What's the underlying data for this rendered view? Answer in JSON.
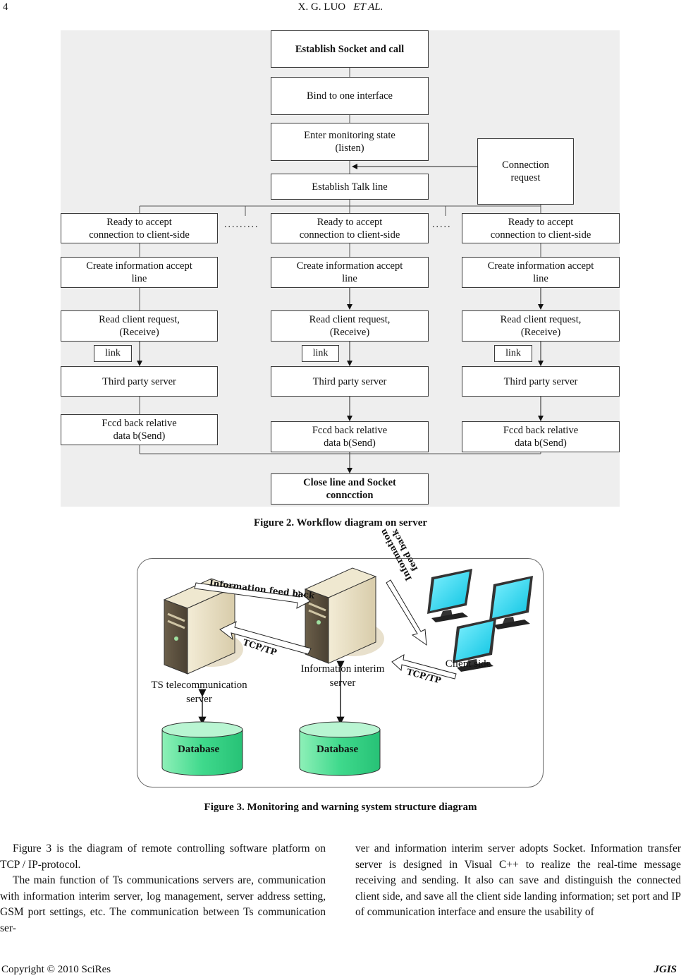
{
  "header": {
    "page_number": "4",
    "authors": "X. G. LUO",
    "et_al": "ET AL."
  },
  "figure2": {
    "top_boxes": [
      "Establish Socket and call",
      "Bind to one interface",
      "Enter monitoring state\n(listen)",
      "Establish Talk line"
    ],
    "connection_request": "Connection\nrequest",
    "ready": "Ready to accept\nconnection to client-side",
    "create": "Create information accept\nline",
    "read": "Read client request,\n(Receive)",
    "link": "link",
    "third_party": "Third party server",
    "feed_back": "Fccd back relative\ndata b(Send)",
    "close": "Close line and Socket\nconncction",
    "dots_left": ".........",
    "dots_right": ".....",
    "caption": "Figure 2. Workflow diagram on server"
  },
  "figure3": {
    "info_feed_back_top": "Information feed back",
    "info_feed_back_right": "Information feed back",
    "tcp_left": "TCP/TP",
    "tcp_right": "TCP/TP",
    "ts_server_label": "TS telecommunication\nserver",
    "interim_label": "Information interim\nserver",
    "client_label": "Client side",
    "database": "Database",
    "caption": "Figure 3. Monitoring and warning system structure diagram"
  },
  "body": {
    "left_p1": "Figure 3 is the diagram of remote controlling software platform on TCP / IP-protocol.",
    "left_p2": "The main function of Ts communications servers are, communication with information interim server, log management, server address setting, GSM port settings, etc. The communication between Ts communication ser-",
    "right_p1": "ver and information interim server adopts Socket. Information transfer server is designed in Visual C++ to realize the real-time message receiving and sending. It also can save and distinguish the connected client side, and save all the client side landing information; set port and IP of communication interface and ensure the usability of"
  },
  "footer": {
    "copyright": "Copyright © 2010 SciRes",
    "journal": "JGIS"
  },
  "colors": {
    "db_light": "#b9f5d2",
    "db_dark": "#2fd07f",
    "monitor_screen": "#22d8ee",
    "server_body": "#ece3c8"
  }
}
